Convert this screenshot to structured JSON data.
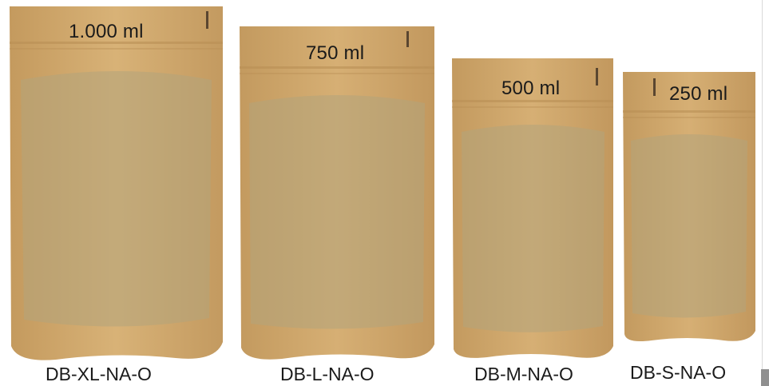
{
  "bags": [
    {
      "volume": "1.000 ml",
      "sku": "DB-XL-NA-O"
    },
    {
      "volume": "750 ml",
      "sku": "DB-L-NA-O"
    },
    {
      "volume": "500 ml",
      "sku": "DB-M-NA-O"
    },
    {
      "volume": "250 ml",
      "sku": "DB-S-NA-O"
    }
  ],
  "colors": {
    "kraft": "#d2ab70",
    "kraft_dark": "#b98f55",
    "window": "#b6a57b",
    "background": "#ffffff"
  }
}
